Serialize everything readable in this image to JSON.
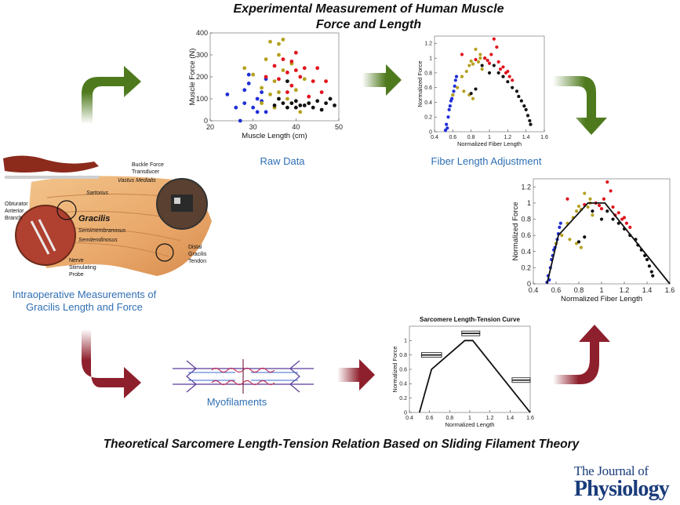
{
  "title_top_line1": "Experimental Measurement of  Human Muscle",
  "title_top_line2": "Force and Length",
  "title_bottom": "Theoretical Sarcomere Length-Tension Relation Based on Sliding Filament Theory",
  "captions": {
    "raw": "Raw Data",
    "fiber": "Fiber Length Adjustment",
    "intra_line1": "Intraoperative Measurements of",
    "intra_line2": "Gracilis Length and Force",
    "myo": "Myofilaments"
  },
  "journal": {
    "line1": "The Journal of",
    "line2": "Physiology"
  },
  "anatomy_labels": {
    "obturator": [
      "Obturator",
      "Anterior",
      "Branch"
    ],
    "nerve": [
      "Nerve",
      "Stimulating",
      "Probe"
    ],
    "buckle": [
      "Buckle Force",
      "Transducer"
    ],
    "distal": [
      "Distal",
      "Gracilis",
      "Tendon"
    ],
    "sartorius": "Sartorius",
    "vastus": "Vastus Medialis",
    "gracilis": "Gracilis",
    "semimembranosus": "Semimembranosus",
    "semitendinosus": "Semitendinosus"
  },
  "colors": {
    "blue": "#1f2fd6",
    "olive": "#b5a11e",
    "red": "#e0141e",
    "black": "#111111",
    "arrow_green": "#4e7a1d",
    "arrow_red": "#8e1f2c",
    "caption": "#2f6fb3"
  },
  "chart_data": [
    {
      "id": "raw",
      "type": "scatter",
      "title": "",
      "xlabel": "Muscle Length (cm)",
      "ylabel": "Muscle Force (N)",
      "xlim": [
        20,
        50
      ],
      "ylim": [
        0,
        400
      ],
      "xticks": [
        20,
        30,
        40,
        50
      ],
      "yticks": [
        0,
        100,
        200,
        300,
        400
      ],
      "series": [
        {
          "color": "blue",
          "points": [
            [
              24,
              120
            ],
            [
              26,
              60
            ],
            [
              27,
              0
            ],
            [
              28,
              80
            ],
            [
              28,
              140
            ],
            [
              29,
              170
            ],
            [
              30,
              60
            ],
            [
              31,
              40
            ],
            [
              31,
              100
            ],
            [
              32,
              130
            ],
            [
              33,
              40
            ],
            [
              33,
              190
            ],
            [
              29,
              210
            ],
            [
              32,
              90
            ]
          ]
        },
        {
          "color": "olive",
          "points": [
            [
              28,
              240
            ],
            [
              30,
              210
            ],
            [
              32,
              150
            ],
            [
              33,
              280
            ],
            [
              34,
              360
            ],
            [
              34,
              120
            ],
            [
              35,
              180
            ],
            [
              35,
              60
            ],
            [
              36,
              130
            ],
            [
              36,
              300
            ],
            [
              37,
              370
            ],
            [
              37,
              230
            ],
            [
              38,
              100
            ],
            [
              39,
              260
            ],
            [
              40,
              140
            ],
            [
              41,
              40
            ],
            [
              42,
              190
            ],
            [
              43,
              80
            ],
            [
              32,
              80
            ],
            [
              36,
              350
            ]
          ]
        },
        {
          "color": "red",
          "points": [
            [
              33,
              200
            ],
            [
              35,
              250
            ],
            [
              36,
              190
            ],
            [
              37,
              280
            ],
            [
              38,
              220
            ],
            [
              39,
              160
            ],
            [
              39,
              270
            ],
            [
              40,
              310
            ],
            [
              41,
              200
            ],
            [
              42,
              240
            ],
            [
              43,
              110
            ],
            [
              44,
              180
            ],
            [
              45,
              240
            ],
            [
              46,
              130
            ],
            [
              47,
              180
            ],
            [
              38,
              130
            ],
            [
              40,
              230
            ]
          ]
        },
        {
          "color": "black",
          "points": [
            [
              36,
              100
            ],
            [
              37,
              80
            ],
            [
              38,
              180
            ],
            [
              39,
              80
            ],
            [
              40,
              60
            ],
            [
              40,
              90
            ],
            [
              41,
              70
            ],
            [
              42,
              70
            ],
            [
              43,
              80
            ],
            [
              44,
              60
            ],
            [
              45,
              90
            ],
            [
              46,
              50
            ],
            [
              47,
              80
            ],
            [
              48,
              100
            ],
            [
              49,
              70
            ],
            [
              35,
              70
            ],
            [
              38,
              60
            ]
          ]
        }
      ]
    },
    {
      "id": "fiber",
      "type": "scatter",
      "title": "",
      "xlabel": "Normalized Fiber Length",
      "ylabel": "Normalized Force",
      "xlim": [
        0.4,
        1.6
      ],
      "ylim": [
        0,
        1.3
      ],
      "xticks": [
        0.4,
        0.6,
        0.8,
        1,
        1.2,
        1.4,
        1.6
      ],
      "yticks": [
        0,
        0.2,
        0.4,
        0.6,
        0.8,
        1,
        1.2
      ],
      "series": [
        {
          "color": "blue",
          "points": [
            [
              0.52,
              0.02
            ],
            [
              0.53,
              0.1
            ],
            [
              0.55,
              0.2
            ],
            [
              0.56,
              0.3
            ],
            [
              0.57,
              0.35
            ],
            [
              0.58,
              0.42
            ],
            [
              0.6,
              0.5
            ],
            [
              0.61,
              0.55
            ],
            [
              0.62,
              0.62
            ],
            [
              0.63,
              0.7
            ],
            [
              0.64,
              0.75
            ],
            [
              0.54,
              0.05
            ],
            [
              0.59,
              0.45
            ]
          ]
        },
        {
          "color": "olive",
          "points": [
            [
              0.6,
              0.5
            ],
            [
              0.65,
              0.6
            ],
            [
              0.7,
              0.75
            ],
            [
              0.72,
              0.55
            ],
            [
              0.75,
              0.82
            ],
            [
              0.78,
              0.9
            ],
            [
              0.8,
              0.96
            ],
            [
              0.82,
              0.92
            ],
            [
              0.85,
              1.12
            ],
            [
              0.88,
              0.95
            ],
            [
              0.9,
              1.05
            ],
            [
              0.92,
              0.85
            ],
            [
              0.95,
              1.0
            ],
            [
              0.78,
              0.5
            ],
            [
              0.82,
              0.45
            ],
            [
              0.9,
              1.0
            ]
          ]
        },
        {
          "color": "red",
          "points": [
            [
              0.7,
              1.05
            ],
            [
              0.85,
              0.98
            ],
            [
              0.95,
              1.0
            ],
            [
              0.98,
              0.97
            ],
            [
              1.0,
              0.93
            ],
            [
              1.02,
              1.05
            ],
            [
              1.05,
              1.26
            ],
            [
              1.08,
              1.15
            ],
            [
              1.1,
              0.95
            ],
            [
              1.12,
              0.85
            ],
            [
              1.15,
              0.88
            ],
            [
              1.18,
              0.8
            ],
            [
              1.2,
              0.82
            ],
            [
              1.22,
              0.75
            ],
            [
              1.25,
              0.7
            ]
          ]
        },
        {
          "color": "black",
          "points": [
            [
              0.92,
              0.9
            ],
            [
              1.0,
              0.8
            ],
            [
              1.05,
              0.9
            ],
            [
              1.1,
              0.8
            ],
            [
              1.15,
              0.75
            ],
            [
              1.2,
              0.68
            ],
            [
              1.25,
              0.6
            ],
            [
              1.3,
              0.55
            ],
            [
              1.32,
              0.48
            ],
            [
              1.35,
              0.42
            ],
            [
              1.38,
              0.35
            ],
            [
              1.4,
              0.3
            ],
            [
              1.42,
              0.22
            ],
            [
              1.44,
              0.15
            ],
            [
              1.45,
              0.1
            ],
            [
              0.85,
              0.58
            ],
            [
              0.8,
              0.52
            ]
          ]
        }
      ]
    },
    {
      "id": "fit",
      "type": "scatter",
      "title": "",
      "xlabel": "Normalized Fiber Length",
      "ylabel": "Normalized Force",
      "xlim": [
        0.4,
        1.6
      ],
      "ylim": [
        0,
        1.3
      ],
      "xticks": [
        0.4,
        0.6,
        0.8,
        1,
        1.2,
        1.4,
        1.6
      ],
      "yticks": [
        0,
        0.2,
        0.4,
        0.6,
        0.8,
        1,
        1.2
      ],
      "line": [
        [
          0.52,
          0.0
        ],
        [
          0.62,
          0.6
        ],
        [
          0.88,
          1.0
        ],
        [
          1.03,
          1.0
        ],
        [
          1.6,
          0.0
        ]
      ]
    },
    {
      "id": "theory",
      "type": "line",
      "title": "Sarcomere Length-Tension Curve",
      "xlabel": "Normalized Length",
      "ylabel": "Normalized Force",
      "xlim": [
        0.4,
        1.6
      ],
      "ylim": [
        0,
        1.2
      ],
      "xticks": [
        0.4,
        0.6,
        0.8,
        1,
        1.2,
        1.4,
        1.6
      ],
      "yticks": [
        0,
        0.2,
        0.4,
        0.6,
        0.8,
        1
      ],
      "line": [
        [
          0.5,
          0.0
        ],
        [
          0.62,
          0.6
        ],
        [
          0.95,
          1.0
        ],
        [
          1.03,
          1.0
        ],
        [
          1.6,
          0.0
        ]
      ],
      "boxes": [
        {
          "y": 0.8,
          "xlo": 0.52,
          "xhi": 0.72
        },
        {
          "y": 1.1,
          "xlo": 0.92,
          "xhi": 1.1
        },
        {
          "y": 0.45,
          "xlo": 1.42,
          "xhi": 1.6
        }
      ]
    }
  ]
}
